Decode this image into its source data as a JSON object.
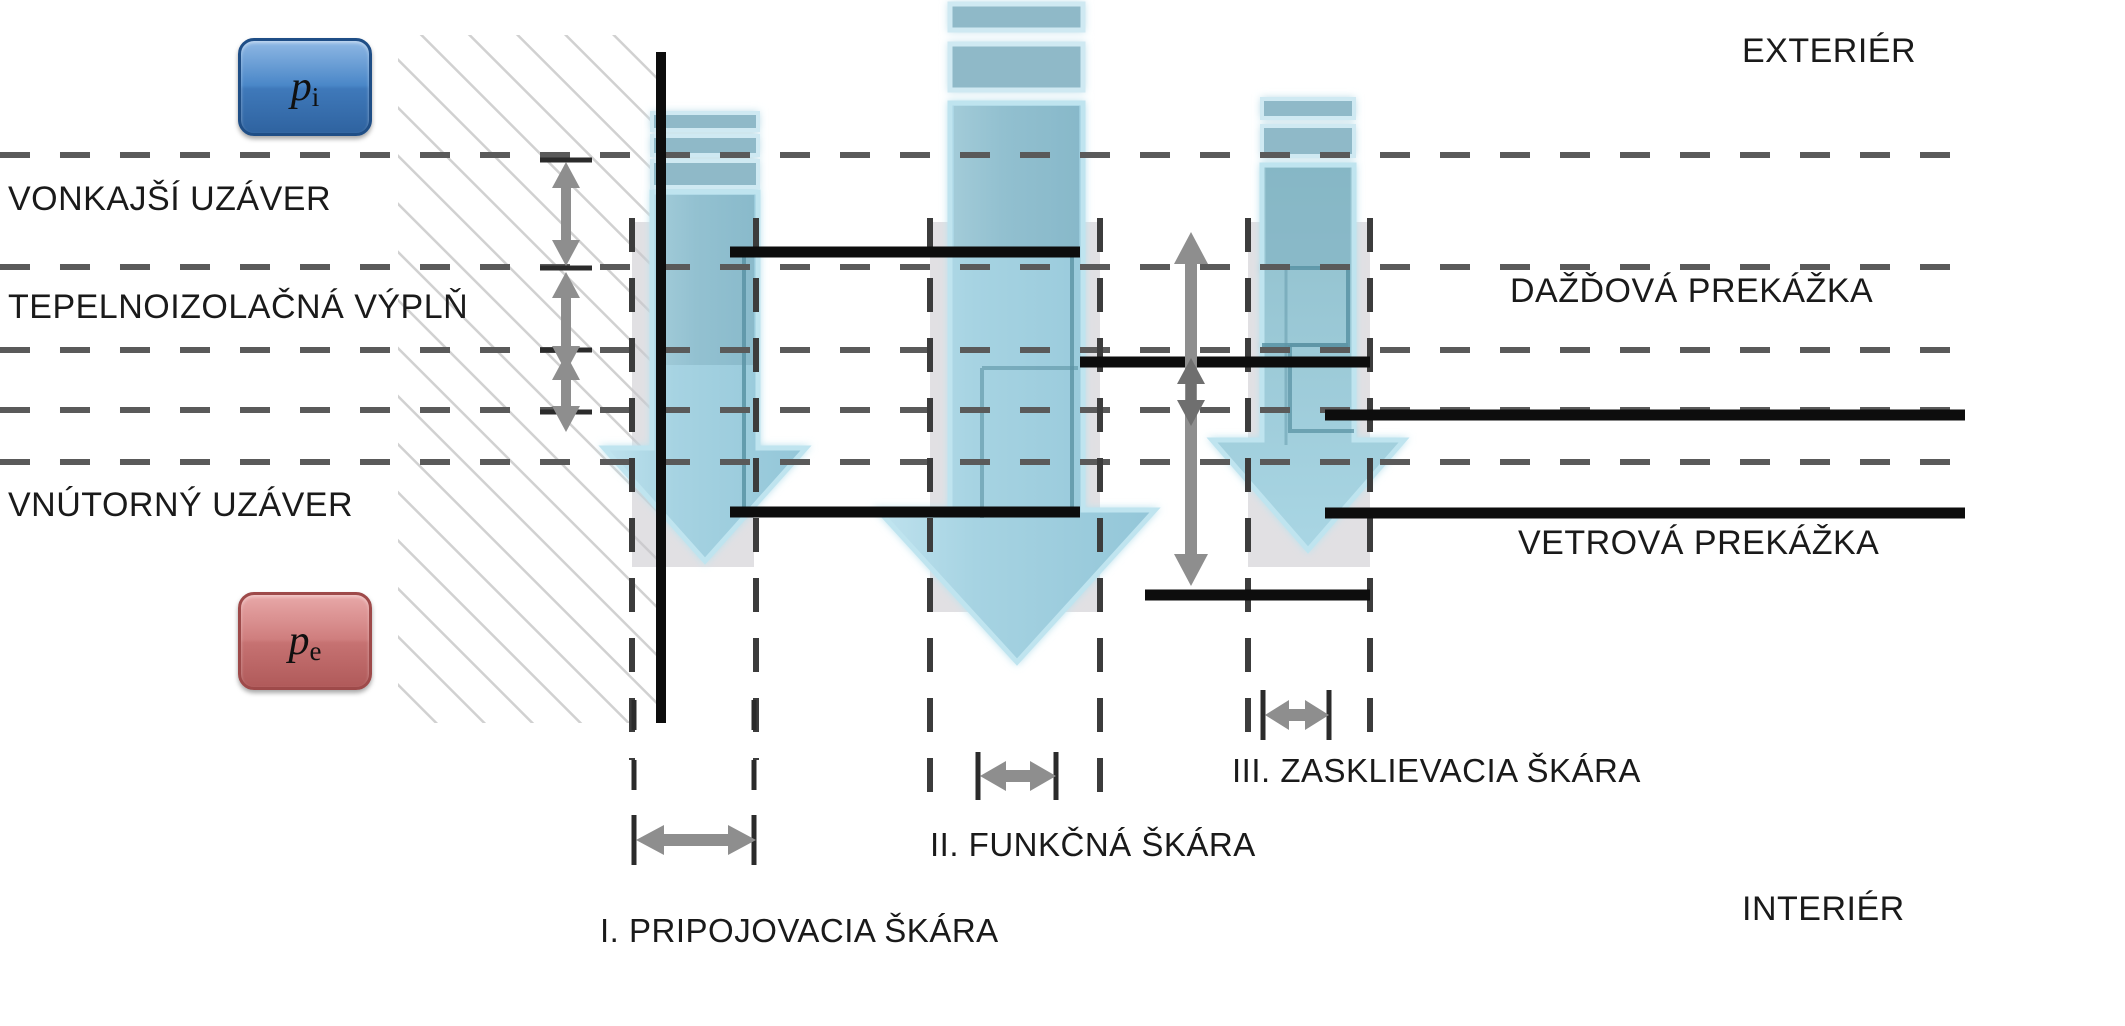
{
  "diagram": {
    "title_hidden": "Schéma troch tesniacich rovín okenného pripojenia",
    "badges": [
      {
        "id": "interior-pressure",
        "symbol": "p",
        "subscript": "i",
        "color": "#3f79ba"
      },
      {
        "id": "exterior-pressure",
        "symbol": "p",
        "subscript": "e",
        "color": "#c67272"
      }
    ],
    "left_labels": [
      {
        "key": "outer_seal",
        "text": "VONKAJŠÍ UZÁVER"
      },
      {
        "key": "thermal_fill",
        "text": "TEPELNOIZOLAČNÁ VÝPLŇ"
      },
      {
        "key": "inner_seal",
        "text": "VNÚTORNÝ UZÁVER"
      }
    ],
    "right_labels": [
      {
        "key": "exterior",
        "text": "EXTERIÉR"
      },
      {
        "key": "rain_barrier",
        "text": "DAŽĎOVÁ PREKÁŽKA"
      },
      {
        "key": "wind_barrier",
        "text": "VETROVÁ PREKÁŽKA"
      },
      {
        "key": "interior",
        "text": "INTERIÉR"
      }
    ],
    "joint_labels": [
      {
        "key": "joint_1",
        "text": "I. PRIPOJOVACIA ŠKÁRA"
      },
      {
        "key": "joint_2",
        "text": "II. FUNKČNÁ ŠKÁRA"
      },
      {
        "key": "joint_3",
        "text": "III. ZASKLIEVACIA ŠKÁRA"
      }
    ],
    "colors": {
      "arrow_fill": "#9ecfdf",
      "arrow_stroke": "#6aa9bd",
      "arrow_dark": "#6fa3b4",
      "dashed_line": "#5a5a5a",
      "solid_line": "#0d0d0d",
      "dim_arrow": "#8e8e8e",
      "hatch": "#b8b8b8",
      "band": "#c9c6cc"
    }
  }
}
